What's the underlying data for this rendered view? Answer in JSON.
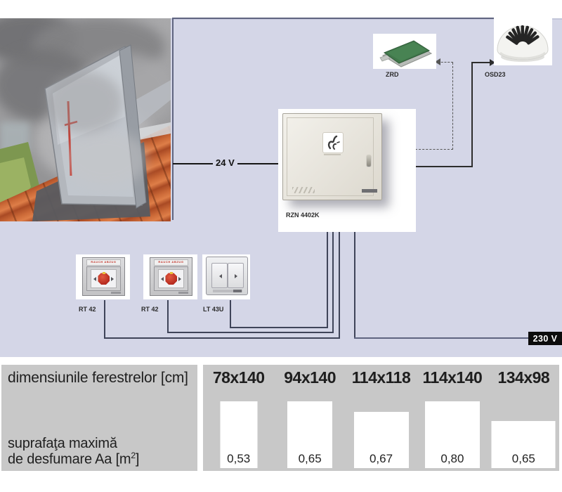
{
  "diagram": {
    "voltage_24": "24 V",
    "voltage_230": "230 V",
    "zrd_label": "ZRD",
    "osd_label": "OSD23",
    "panel_label": "RZN 4402K",
    "rt42_a_label": "RT 42",
    "rt42_b_label": "RT 42",
    "lt43u_label": "LT 43U",
    "rt42_device_text": "RAUCH ABZUG"
  },
  "table": {
    "header_label": "dimensiunile ferestrelor [cm]",
    "area_label_line1": "suprafaţa maximă",
    "area_label_line2_pre": "de desfumare Aa [m",
    "area_label_sup": "2",
    "area_label_line2_post": "]",
    "columns": [
      {
        "size": "78x140",
        "value": "0,53",
        "box_style": "width:53px;height:95px"
      },
      {
        "size": "94x140",
        "value": "0,65",
        "box_style": "width:64px;height:95px"
      },
      {
        "size": "114x118",
        "value": "0,67",
        "box_style": "width:78px;height:80px"
      },
      {
        "size": "114x140",
        "value": "0,80",
        "box_style": "width:78px;height:95px"
      },
      {
        "size": "134x98",
        "value": "0,65",
        "box_style": "width:91px;height:67px"
      }
    ]
  },
  "colors": {
    "diagram_bg": "#d4d6e7",
    "table_cell_bg": "#c8c8c8",
    "wire": "#3f4459",
    "badge_230_bg": "#0c0c0c",
    "pcb_green": "#41784b",
    "alarm_red": "#c23227"
  }
}
